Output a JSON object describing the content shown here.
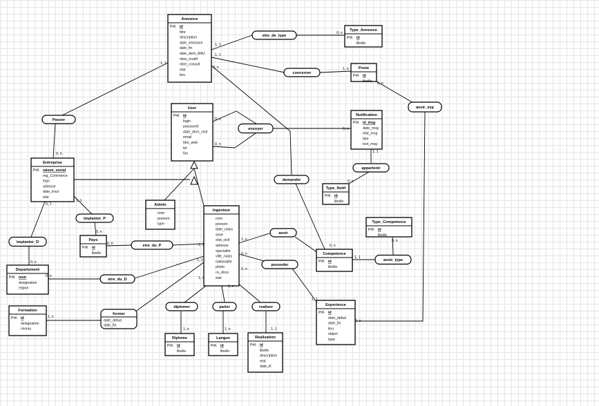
{
  "diagram": {
    "entities": {
      "annonce": {
        "title": "Annonce",
        "key_prefix": "PrK",
        "key": "id",
        "attributes": [
          "titre",
          "description",
          "date_emission",
          "date_fin",
          "date_dern_MAJ",
          "nbre_modif",
          "nbre_consult",
          "etat",
          "lieu"
        ]
      },
      "type_annonce": {
        "title": "Type_Annonce",
        "key_prefix": "PrK",
        "key": "id",
        "attributes": [
          "libelle"
        ]
      },
      "poste": {
        "title": "Poste",
        "key_prefix": "PrK",
        "key": "id",
        "attributes": [
          "libelle"
        ]
      },
      "user": {
        "title": "User",
        "key_prefix": "PrK",
        "key": "id",
        "attributes": [
          "login",
          "password",
          "date_dern_visit",
          "email",
          "titre_web",
          "tel",
          "fax"
        ]
      },
      "notification": {
        "title": "Notification",
        "key_prefix": "PrK",
        "key": "id_msg",
        "attributes": [
          "date_msg",
          "etat_msg",
          "titre",
          "text_msg"
        ]
      },
      "entreprise": {
        "title": "Entreprise",
        "key_prefix": "PrK",
        "key": "raison_social",
        "attributes": [
          "reg_Commerce",
          "logo",
          "adresse",
          "date_inscr",
          "etat"
        ]
      },
      "type_notif": {
        "title": "Type_Notif",
        "key_prefix": "PrK",
        "key": "id",
        "attributes": [
          "libelle"
        ]
      },
      "admin": {
        "title": "Admin",
        "key_prefix": "",
        "key": "",
        "attributes": [
          "nom",
          "prenom",
          "type"
        ]
      },
      "ingenieur": {
        "title": "Ingenieur",
        "key_prefix": "",
        "key": "",
        "attributes": [
          "nom",
          "prenom",
          "date_naiss",
          "sexe",
          "etat_civil",
          "adresse",
          "specialite",
          "ville_naiss",
          "nationalite",
          "photo",
          "cv_docs",
          "etat"
        ]
      },
      "type_competence": {
        "title": "Type_Competence",
        "key_prefix": "PrK",
        "key": "id",
        "attributes": [
          "libelle"
        ]
      },
      "pays": {
        "title": "Pays",
        "key_prefix": "PrK",
        "key": "id",
        "attributes": [
          "libelle"
        ]
      },
      "competence": {
        "title": "Competence",
        "key_prefix": "PrK",
        "key": "id",
        "attributes": [
          "libelle"
        ]
      },
      "departement": {
        "title": "Departement",
        "key_prefix": "PrK",
        "key": "num",
        "attributes": [
          "designation",
          "region"
        ]
      },
      "formation": {
        "title": "Formation",
        "key_prefix": "PrK",
        "key": "id",
        "attributes": [
          "designation",
          "niveau"
        ]
      },
      "experience": {
        "title": "Experience",
        "key_prefix": "PrK",
        "key": "id",
        "attributes": [
          "date_debut",
          "date_fin",
          "lieu",
          "object",
          "type"
        ]
      },
      "diplome": {
        "title": "Diplome",
        "key_prefix": "PrK",
        "key": "id",
        "attributes": [
          "libelle"
        ]
      },
      "langue": {
        "title": "Langue",
        "key_prefix": "PrK",
        "key": "id",
        "attributes": [
          "libelle"
        ]
      },
      "realisation": {
        "title": "Realisation",
        "key_prefix": "PrK",
        "key": "id",
        "attributes": [
          "libelle",
          "description",
          "etat",
          "date_R"
        ]
      }
    },
    "relations": {
      "etre_de_type": {
        "label": "etre_de_type"
      },
      "concerner": {
        "label": "concerner"
      },
      "avoir_exp": {
        "label": "avoir_exp"
      },
      "passer": {
        "label": "Passer"
      },
      "envoyer": {
        "label": "envoyer"
      },
      "demander": {
        "label": "demander"
      },
      "appartenir": {
        "label": "appartenir"
      },
      "implanter_p": {
        "label": "implanter_P"
      },
      "implanter_d": {
        "label": "implanter_D"
      },
      "etre_du_p": {
        "label": "etre_du_P"
      },
      "etre_du_d": {
        "label": "etre_du_D"
      },
      "avoir": {
        "label": "avoir"
      },
      "posseder": {
        "label": "posseder"
      },
      "avoir_type": {
        "label": "avoir_type"
      },
      "former": {
        "label": "former",
        "attributes": [
          "date_debut",
          "date_fin"
        ]
      },
      "diplomer": {
        "label": "diplomer"
      },
      "parler": {
        "label": "parler"
      },
      "realiser": {
        "label": "realiser"
      }
    },
    "cardinalities": {
      "annonce_etre_de_type": "1, 1",
      "type_annonce_etre_de_type": "0, n",
      "annonce_concerner": "1, 1",
      "poste_concerner": "1, n",
      "annonce_passer": "1, 1",
      "annonce_demander": "0, n",
      "poste_avoir_exp": "0, n",
      "user_envoyer_top": "0, n",
      "user_envoyer_bottom": "0, n",
      "notification_envoyer": "0, n",
      "notification_appartenir": "1, 1",
      "type_notif_appartenir": "0, n",
      "entreprise_passer": "0, n",
      "entreprise_implanter_p": "1, 1",
      "entreprise_implanter_d": "0, 1",
      "pays_implanter_p": "0, n",
      "pays_etre_du_p": "0, n",
      "ingenieur_etre_du_p": "1, 1",
      "departement_etre_du_d": "0, n",
      "departement_implanter_d": "0, n",
      "ingenieur_etre_du_d": "1, 1",
      "ingenieur_avoir": "1, n",
      "competence_avoir": "0, n",
      "ingenieur_posseder": "0, n",
      "experience_posseder": "1, 1",
      "competence_avoir_type": "1, 1",
      "type_competence_avoir_type": "0, n",
      "experience_avoir_exp": "0, n",
      "formation_former": "1, n",
      "ingenieur_diplomer": "1, n",
      "diplome_diplomer": "1, n",
      "ingenieur_parler": "1, n",
      "langue_parler": "1, n",
      "ingenieur_realiser": "0, n",
      "realisation_realiser": "1, 1"
    }
  }
}
